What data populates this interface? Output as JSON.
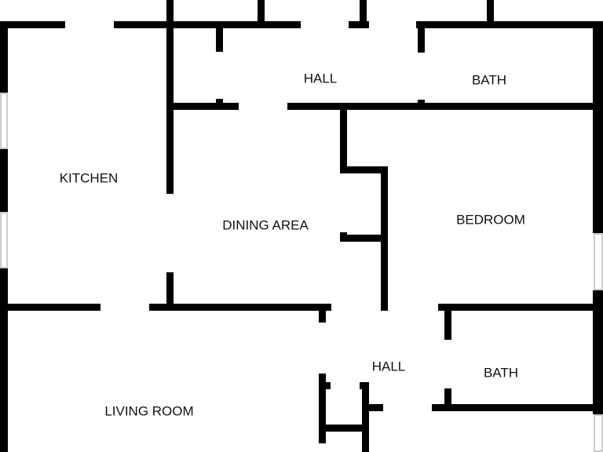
{
  "colors": {
    "wall": "#000000",
    "background": "#ffffff",
    "label": "#111111"
  },
  "rooms": {
    "hall_upper": "HALL",
    "bath_upper": "BATH",
    "kitchen": "KITCHEN",
    "dining_area": "DINING AREA",
    "bedroom": "BEDROOM",
    "hall_lower": "HALL",
    "bath_lower": "BATH",
    "living_room": "LIVING ROOM"
  }
}
